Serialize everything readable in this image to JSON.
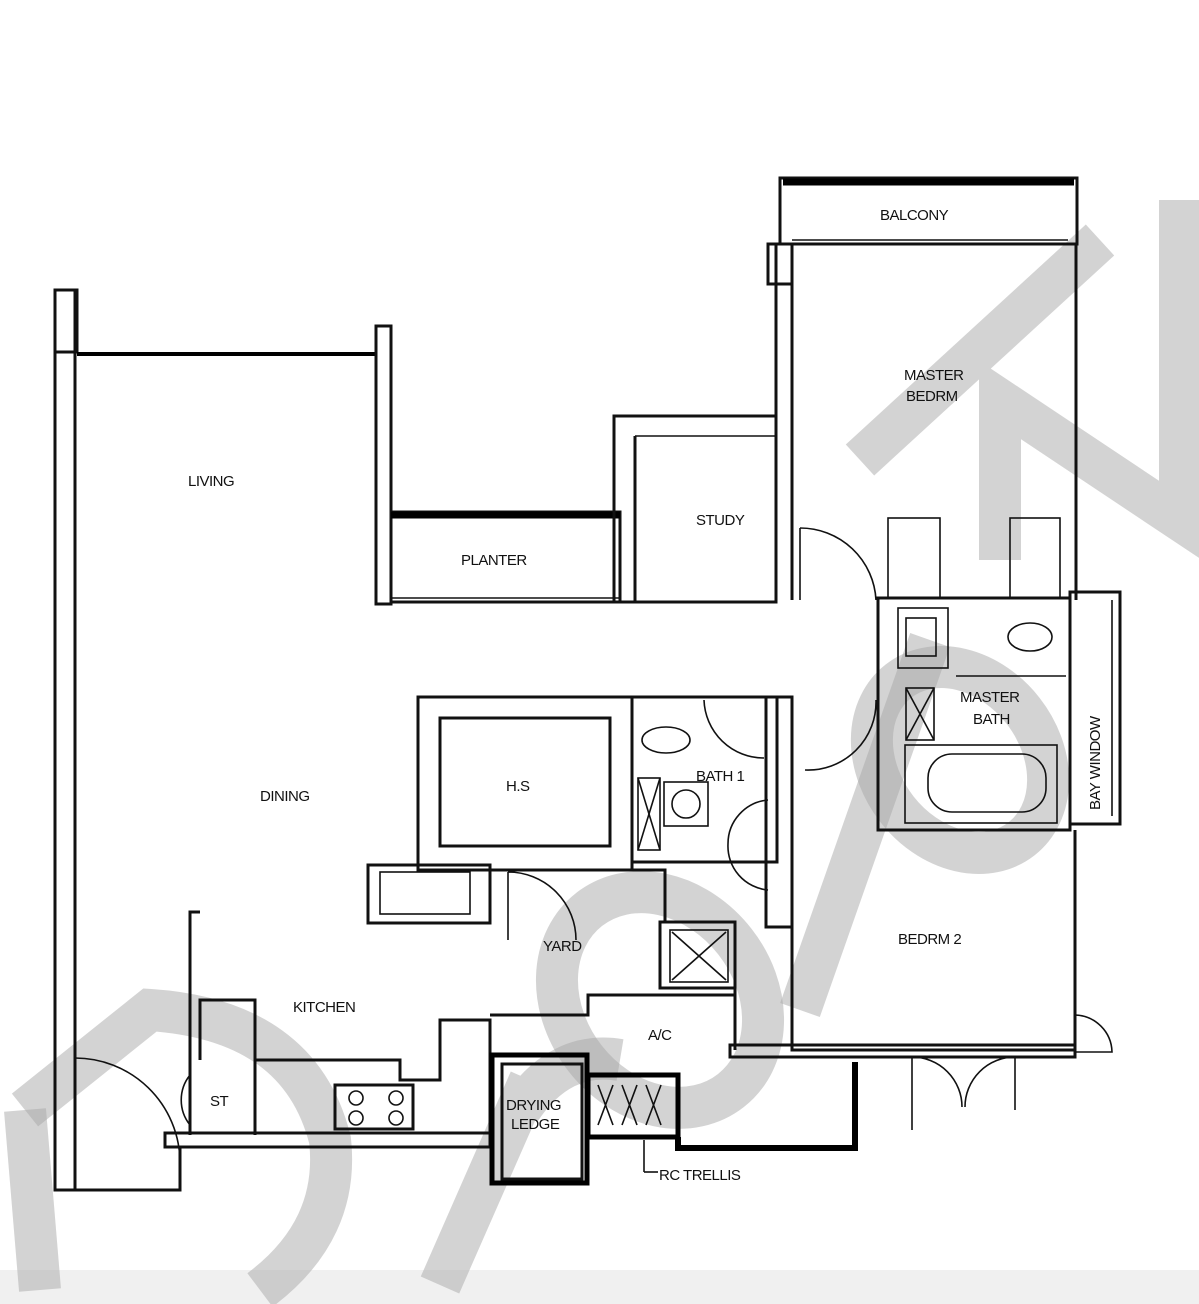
{
  "plan": {
    "rooms": {
      "balcony": "BALCONY",
      "master_bedroom_line1": "MASTER",
      "master_bedroom_line2": "BEDRM",
      "living": "LIVING",
      "study": "STUDY",
      "planter": "PLANTER",
      "master_bath_line1": "MASTER",
      "master_bath_line2": "BATH",
      "bay_window": "BAY WINDOW",
      "dining": "DINING",
      "hs": "H.S",
      "bath1": "BATH 1",
      "yard": "YARD",
      "bedroom2": "BEDRM 2",
      "kitchen": "KITCHEN",
      "ac": "A/C",
      "st": "ST",
      "drying_ledge_line1": "DRYING",
      "drying_ledge_line2": "LEDGE",
      "rc_trellis": "RC TRELLIS"
    },
    "watermark": "DropN"
  }
}
